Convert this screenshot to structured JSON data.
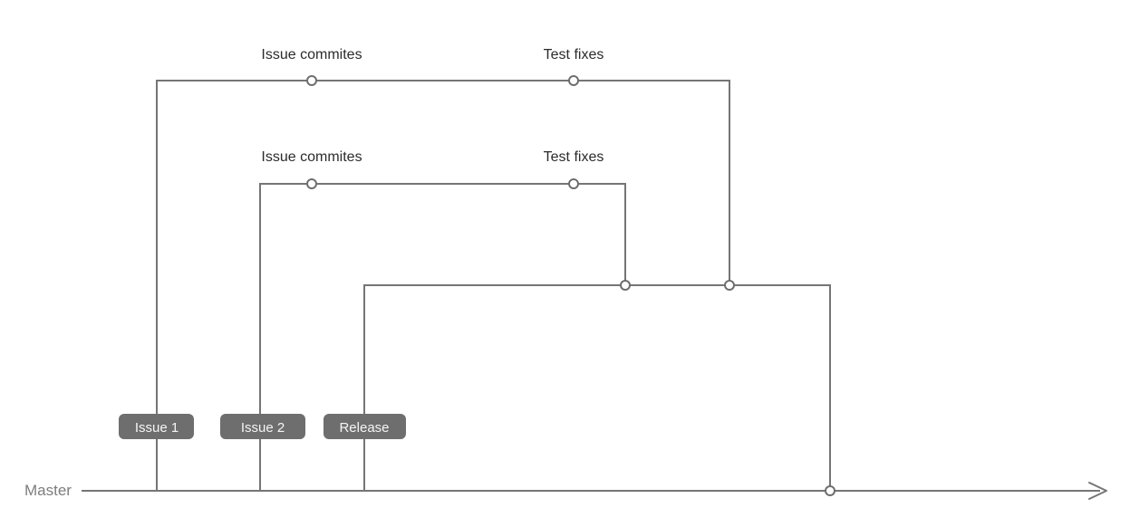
{
  "diagram_type": "git-branching-diagram",
  "labels": {
    "master": "Master",
    "branch1_commit1": "Issue commites",
    "branch1_commit2": "Test fixes",
    "branch2_commit1": "Issue commites",
    "branch2_commit2": "Test fixes"
  },
  "badges": {
    "issue1": "Issue 1",
    "issue2": "Issue 2",
    "release": "Release"
  },
  "colors": {
    "line": "#757575",
    "commit_fill": "#ffffff",
    "commit_stroke": "#6e6e6e",
    "badge_fill": "#6e6e6e",
    "badge_text": "#f5f5f5",
    "label_text": "#2b2b2b",
    "master_text": "#7d7d7d",
    "background": "#ffffff"
  }
}
